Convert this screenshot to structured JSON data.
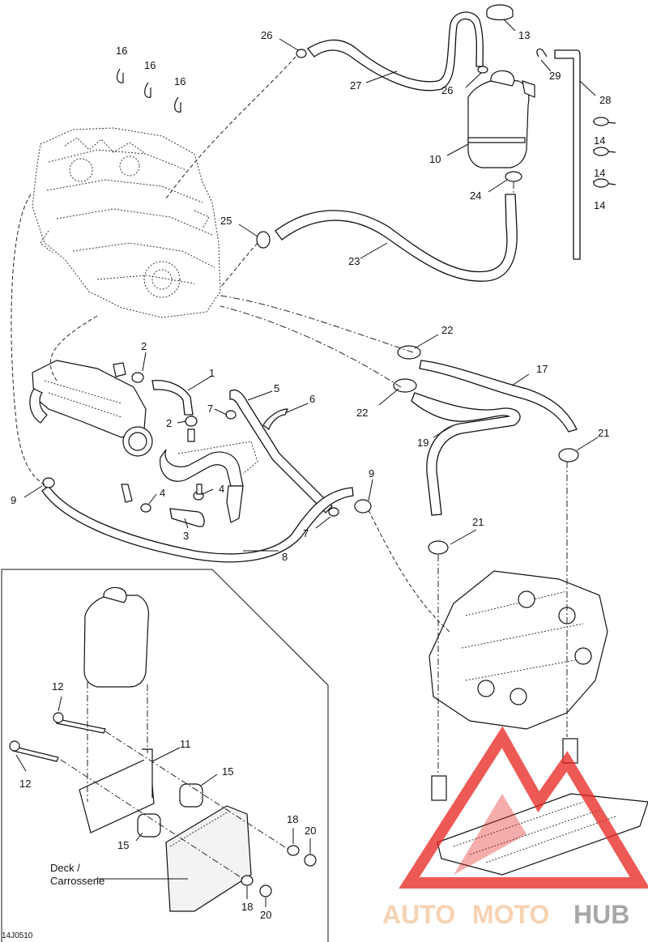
{
  "drawing_code": "14J0510",
  "deck_label_line1": "Deck /",
  "deck_label_line2": "Carrosserie",
  "watermark": {
    "auto": "AUTO",
    "moto": "MOTO",
    "hub": "HUB",
    "colors": {
      "logo_red": "#e8231e",
      "text_orange": "#f5c49a",
      "text_gray": "#8a8a8a"
    }
  },
  "callouts": {
    "c16a": "16",
    "c16b": "16",
    "c16c": "16",
    "c26a": "26",
    "c26b": "26",
    "c27": "27",
    "c13": "13",
    "c29": "29",
    "c28": "28",
    "c14a": "14",
    "c14b": "14",
    "c14c": "14",
    "c10": "10",
    "c24": "24",
    "c25": "25",
    "c23": "23",
    "c22a": "22",
    "c22b": "22",
    "c17": "17",
    "c2a": "2",
    "c1": "1",
    "c2b": "2",
    "c7a": "7",
    "c5": "5",
    "c6": "6",
    "c19": "19",
    "c21a": "21",
    "c9a": "9",
    "c9b": "9",
    "c4a": "4",
    "c4b": "4",
    "c3": "3",
    "c7b": "7",
    "c8": "8",
    "c21b": "21",
    "c12a": "12",
    "c12b": "12",
    "c11": "11",
    "c15a": "15",
    "c15b": "15",
    "c18a": "18",
    "c20a": "20",
    "c18b": "18",
    "c20b": "20"
  }
}
